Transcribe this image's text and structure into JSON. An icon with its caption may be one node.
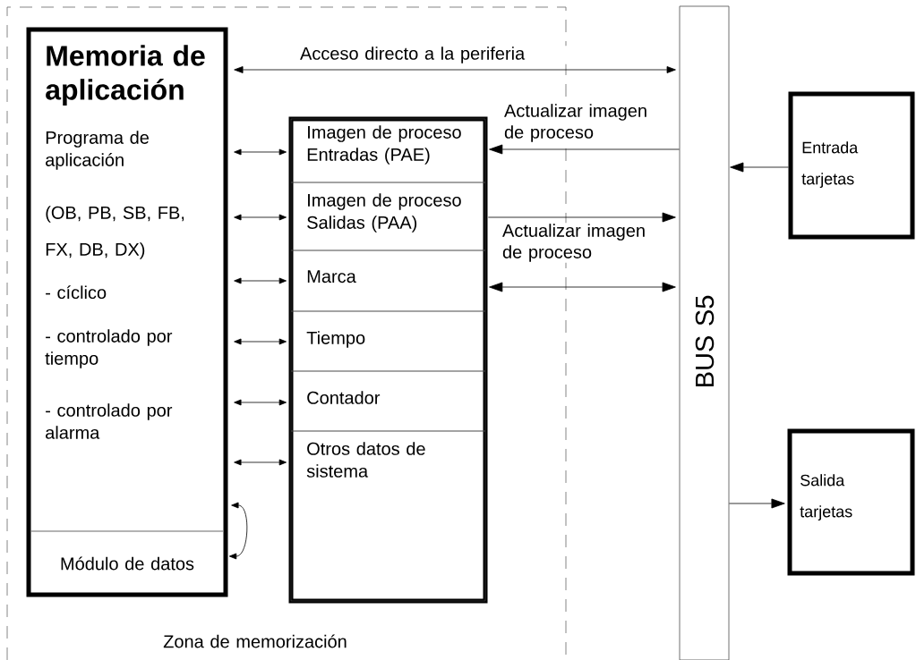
{
  "diagram": {
    "nodes": [
      {
        "text": [
          "Zona de memorización"
        ]
      },
      {
        "text": [
          "Memoria de aplicación",
          "Programa de aplicación",
          "(OB, PB, SB, FB,",
          "FX, DB, DX)",
          "- cíclico",
          "- controlado por tiempo",
          "- controlado por alarma"
        ],
        "in": 0
      },
      {
        "text": [
          "Módulo de datos"
        ],
        "in": 1
      },
      {
        "text": [],
        "shape": "box",
        "in": 0
      },
      {
        "text": [
          "Imagen de proceso Entradas (PAE)"
        ],
        "in": 3
      },
      {
        "text": [
          "Imagen de proceso Salidas (PAA)"
        ],
        "in": 3
      },
      {
        "text": [
          "Marca"
        ],
        "in": 3
      },
      {
        "text": [
          "Tiempo"
        ],
        "in": 3
      },
      {
        "text": [
          "Contador"
        ],
        "in": 3
      },
      {
        "text": [
          "Otros datos de sistema"
        ],
        "in": 3
      },
      {
        "text": [
          "BUS S5"
        ]
      },
      {
        "text": [
          "Entrada tarjetas"
        ]
      },
      {
        "text": [
          "Salida tarjetas"
        ]
      }
    ],
    "edges": [
      {
        "from": 1,
        "to": 10,
        "arrow": "both",
        "label": "Acceso directo a la periferia"
      },
      {
        "from": 1,
        "to": 4,
        "arrow": "both"
      },
      {
        "from": 1,
        "to": 5,
        "arrow": "both"
      },
      {
        "from": 1,
        "to": 6,
        "arrow": "both"
      },
      {
        "from": 1,
        "to": 7,
        "arrow": "both"
      },
      {
        "from": 1,
        "to": 8,
        "arrow": "both"
      },
      {
        "from": 1,
        "to": 9,
        "arrow": "both"
      },
      {
        "from": 1,
        "to": 2,
        "arrow": "both"
      },
      {
        "from": 10,
        "to": 4,
        "arrow": "to",
        "label": "Actualizar imagen de proceso"
      },
      {
        "from": 5,
        "to": 10,
        "arrow": "to",
        "label": "Actualizar imagen de proceso"
      },
      {
        "from": 6,
        "to": 10,
        "arrow": "both"
      },
      {
        "from": 11,
        "to": 10,
        "arrow": "to"
      },
      {
        "from": 10,
        "to": 12,
        "arrow": "to"
      }
    ]
  }
}
